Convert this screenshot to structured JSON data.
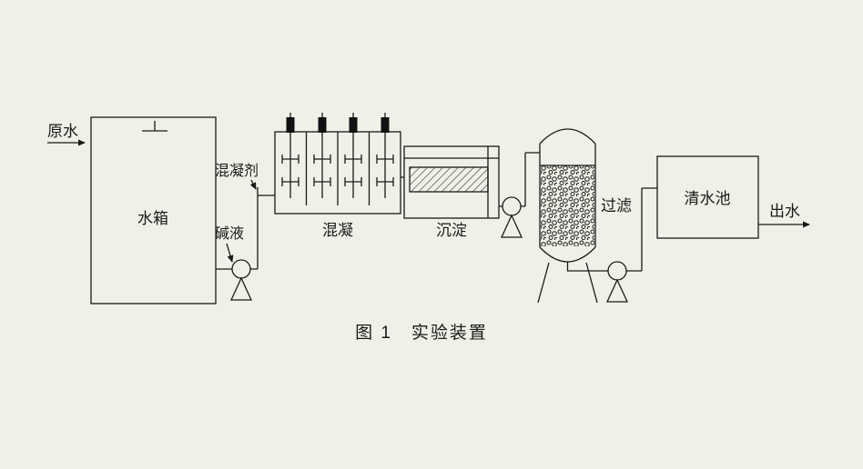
{
  "figure": {
    "caption": "图 1　实验装置",
    "background": "#eef1e7",
    "line_color": "#1a1a1a"
  },
  "labels": {
    "raw_water": "原水",
    "water_tank": "水箱",
    "coagulant": "混凝剂",
    "alkali": "碱液",
    "coagulation": "混凝",
    "sedimentation": "沉淀",
    "filtration": "过滤",
    "clear_water_tank": "清水池",
    "outlet_water": "出水"
  }
}
